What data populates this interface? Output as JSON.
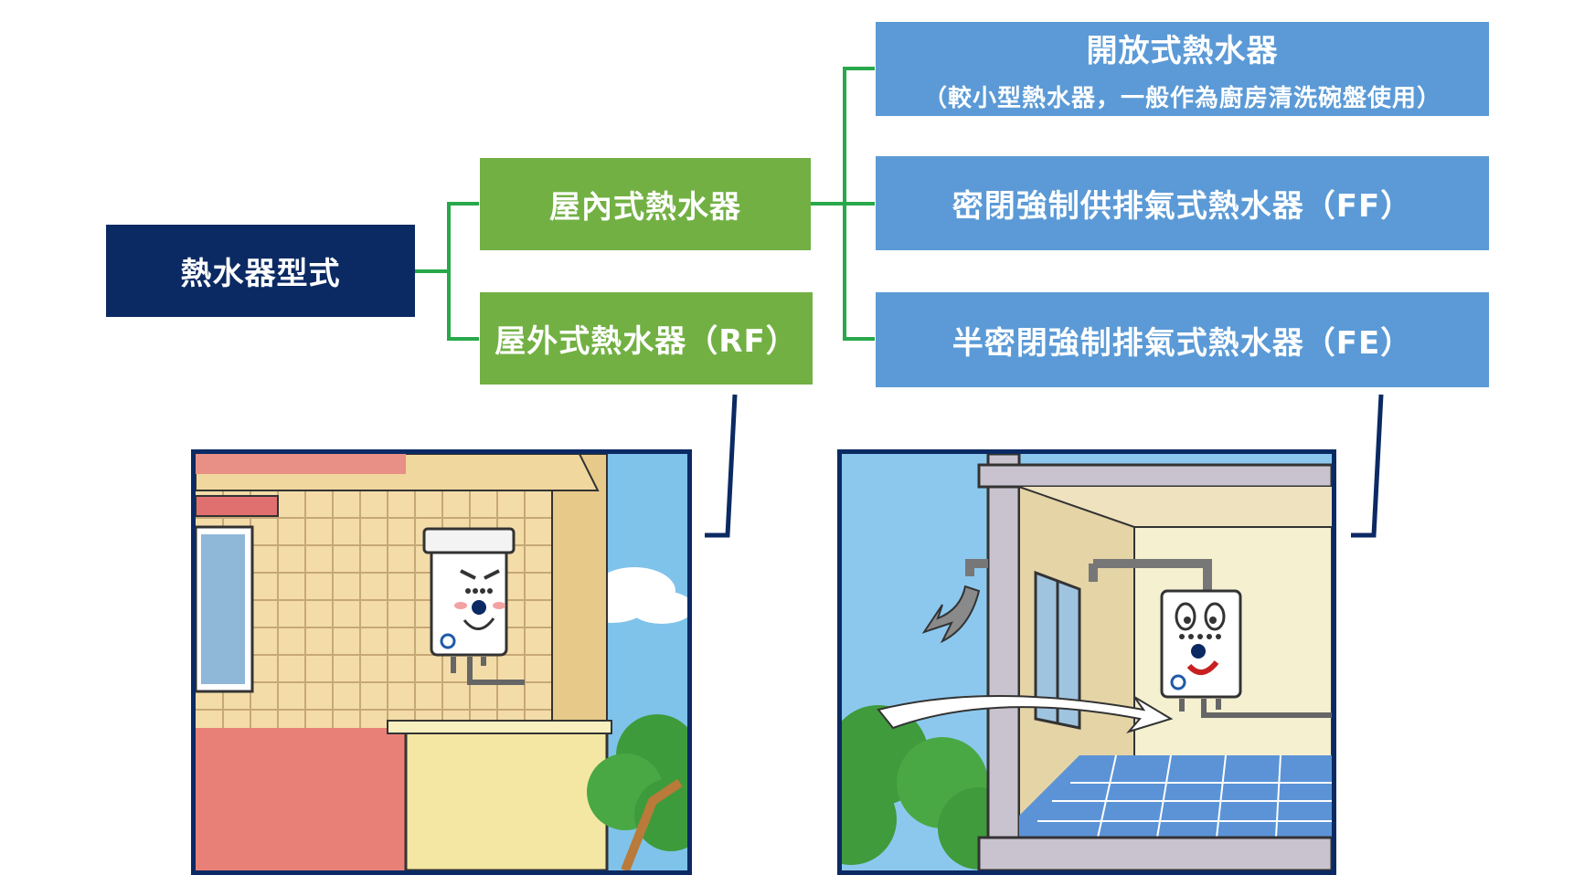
{
  "root": {
    "label": "熱水器型式"
  },
  "indoor": {
    "label": "屋內式熱水器"
  },
  "outdoor": {
    "label": "屋外式熱水器（RF）"
  },
  "open_type": {
    "label": "開放式熱水器",
    "note": "（較小型熱水器，一般作為廚房清洗碗盤使用）"
  },
  "ff_type": {
    "label": "密閉強制供排氣式熱水器（FF）"
  },
  "fe_type": {
    "label": "半密閉強制排氣式熱水器（FE）"
  },
  "colors": {
    "root_bg": "#0b2a63",
    "green_node": "#72b043",
    "blue_node": "#5b9ad6",
    "connector": "#27a84a",
    "frame": "#0b2a63"
  },
  "icons": [
    "water-heater-icon",
    "cloud-icon",
    "airflow-arrow-icon",
    "window-icon",
    "tree-icon"
  ]
}
